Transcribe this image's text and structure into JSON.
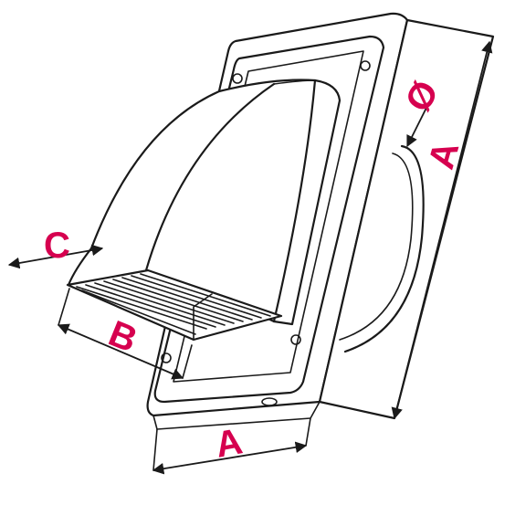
{
  "labels": {
    "dim_a_bottom": "A",
    "dim_a_side": "A",
    "dim_b": "B",
    "dim_c": "C",
    "dim_diameter": "Ø"
  },
  "colors": {
    "label": "#d6004f",
    "line": "#1a1a1a",
    "background": "#ffffff"
  }
}
